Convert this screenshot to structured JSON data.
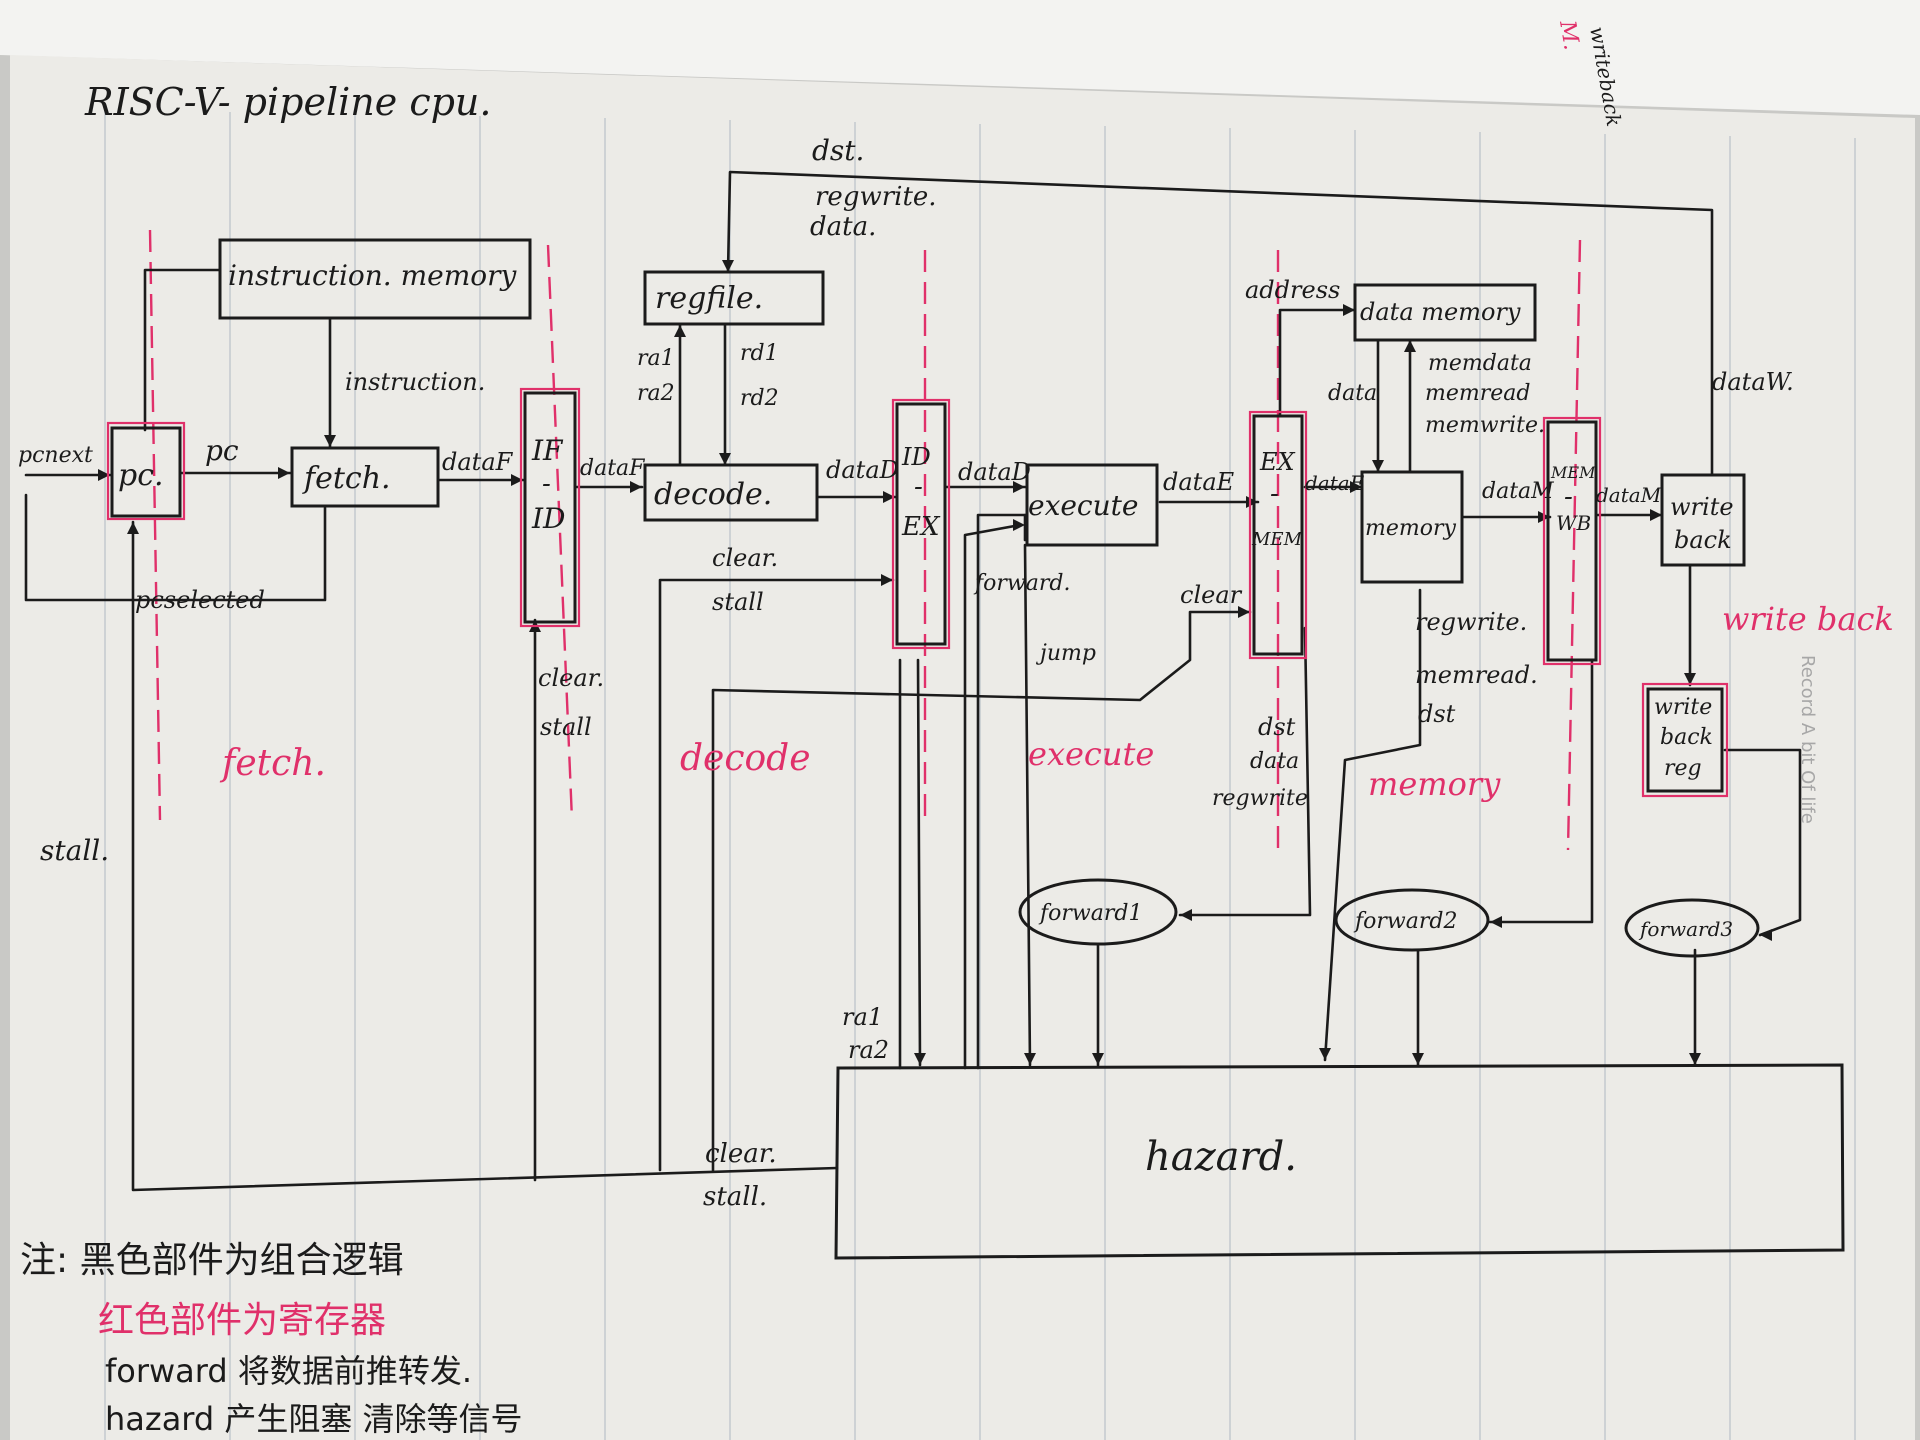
{
  "title": "RISC-V- pipeline cpu.",
  "blocks": {
    "pc": "pc.",
    "instruction_memory": "instruction. memory",
    "fetch": "fetch.",
    "if_id_a": "IF",
    "if_id_b": "ID",
    "regfile": "regfile.",
    "decode": "decode.",
    "id_ex_a": "ID",
    "id_ex_b": "EX",
    "execute": "execute",
    "ex_mem_a": "EX",
    "ex_mem_b": "MEM",
    "data_memory": "data memory",
    "memory": "memory",
    "mem_wb_a": "MEM",
    "mem_wb_b": "WB",
    "write_back_1": "write",
    "write_back_2": "back",
    "write_back_reg_1": "write",
    "write_back_reg_2": "back",
    "write_back_reg_3": "reg",
    "forward1": "forward1",
    "forward2": "forward2",
    "forward3": "forward3",
    "hazard": "hazard."
  },
  "signals": {
    "pcnext": "pcnext",
    "pc": "pc",
    "pcselected": "pcselected",
    "instruction": "instruction.",
    "dataF_1": "dataF",
    "dataF_2": "dataF",
    "dataD_1": "dataD",
    "dataD_2": "dataD",
    "dataE_1": "dataE",
    "dataE_2": "dataE",
    "dataM_1": "dataM",
    "dataM_2": "dataM",
    "dataW": "dataW.",
    "dst": "dst.",
    "regwrite": "regwrite.",
    "data_top": "data.",
    "ra1": "ra1",
    "ra2": "ra2",
    "rd1": "rd1",
    "rd2": "rd2",
    "address": "address",
    "data_mem": "data",
    "memdata": "memdata",
    "memread": "memread",
    "memwrite": "memwrite.",
    "clear_1": "clear.",
    "stall_1": "stall",
    "clear_2": "clear.",
    "stall_2": "stall",
    "clear_3": "clear",
    "forward": "forward.",
    "jump": "jump",
    "ex_dst": "dst",
    "ex_data": "data",
    "ex_regwrite": "regwrite",
    "mem_regwrite": "regwrite.",
    "mem_memread": "memread.",
    "mem_dst": "dst",
    "stall_left": "stall.",
    "hz_ra1": "ra1",
    "hz_ra2": "ra2",
    "hz_clear": "clear.",
    "hz_stall": "stall."
  },
  "stages": {
    "fetch": "fetch.",
    "decode": "decode",
    "execute": "execute",
    "memory": "memory",
    "write_back": "write back"
  },
  "notes": {
    "line1": "注: 黑色部件为组合逻辑",
    "line2": "红色部件为寄存器",
    "line3": "forward 将数据前推转发.",
    "line4": "hazard 产生阻塞 清除等信号"
  },
  "margin_text": {
    "record": "Record A bit Of life",
    "top_fragment": "writeback",
    "top_red": "M."
  },
  "colors": {
    "ink": "#1b1b1b",
    "register_red": "#e0306a",
    "paper": "#ecebe7",
    "rule": "#b9c0c9"
  }
}
